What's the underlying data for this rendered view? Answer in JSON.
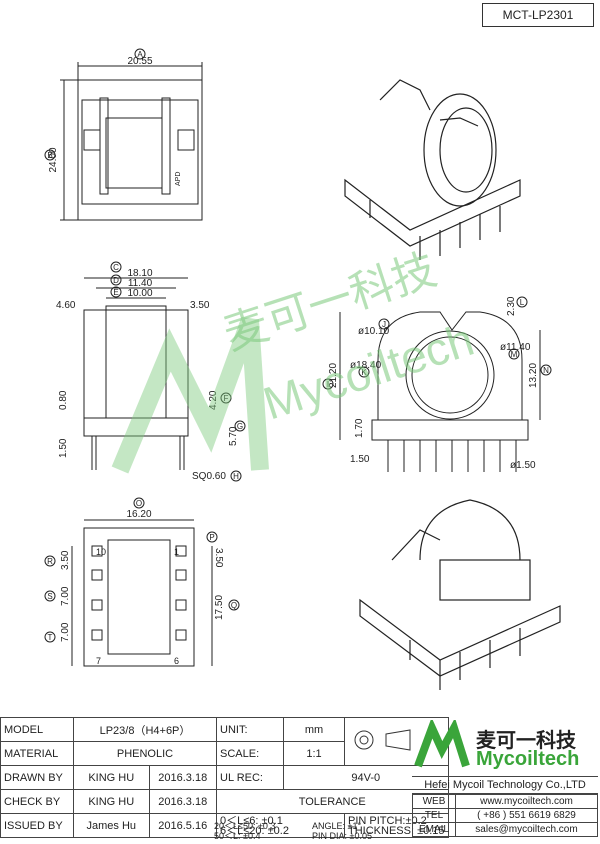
{
  "part_no": "MCT-LP2301",
  "watermark": {
    "cn": "麦可一科技",
    "en": "Mycoiltech"
  },
  "dims": {
    "A": "20.55",
    "B": "24.00",
    "C": "18.10",
    "D": "11.40",
    "E": "10.00",
    "left": "4.60",
    "right": "3.50",
    "F": "4.20",
    "G": "5.70",
    "H": "SQ0.60",
    "h080": "0.80",
    "h150": "1.50",
    "I": "21.20",
    "J_phi": "ø10.10",
    "K_phi": "ø18.40",
    "M_phi": "ø11.40",
    "L": "2.30",
    "N": "13.20",
    "v170": "1.70",
    "b150": "1.50",
    "pin150": "ø1.50",
    "O": "16.20",
    "R": "3.50",
    "P": "3.50",
    "S": "7.00",
    "T": "7.00",
    "Q": "17.50"
  },
  "callouts": [
    "A",
    "B",
    "C",
    "D",
    "E",
    "F",
    "G",
    "H",
    "I",
    "J",
    "K",
    "L",
    "M",
    "N",
    "O",
    "P",
    "Q",
    "R",
    "S",
    "T"
  ],
  "pins": {
    "p10": "10",
    "p1": "1",
    "p7": "7",
    "p6": "6"
  },
  "apd": "APD",
  "title_block": {
    "model_label": "MODEL",
    "model": "LP23/8（H4+6P）",
    "material_label": "MATERIAL",
    "material": "PHENOLIC",
    "drawn_label": "DRAWN BY",
    "drawn": "KING HU",
    "drawn_date": "2016.3.18",
    "check_label": "CHECK BY",
    "check": "KING HU",
    "check_date": "2016.3.18",
    "issued_label": "ISSUED BY",
    "issued": "James Hu",
    "issued_date": "2016.5.16",
    "unit_label": "UNIT:",
    "unit": "mm",
    "scale_label": "SCALE:",
    "scale": "1:1",
    "ul_label": "UL REC:",
    "ul": "94V-0",
    "tolerance_label": "TOLERANCE",
    "tol1": "0＜L≤6:  ±0.1",
    "tol2": "6＜L≤20:  ±0.2",
    "tol3": "20＜L≤50: ±0.3",
    "tol4": "50＜L:  ±0.4",
    "tol5": "PIN PITCH:±0.2",
    "tol6": "THICKNESS:  ±0.15",
    "tol7": "ANGLE:  ±1°",
    "tol8": "PIN DIA:  ±0.05"
  },
  "company": {
    "logo_cn": "麦可一科技",
    "logo_en": "Mycoiltech",
    "name": "Hefei Mycoil Technology Co.,LTD",
    "web_label": "WEB",
    "web": "www.mycoiltech.com",
    "tel_label": "TEL",
    "tel": "( +86 ) 551 6619 6829",
    "email_label": "EMAIL",
    "email": "sales@mycoiltech.com"
  },
  "colors": {
    "watermark": "#7cc97c",
    "logo_green": "#3aa53a",
    "line": "#222222"
  }
}
